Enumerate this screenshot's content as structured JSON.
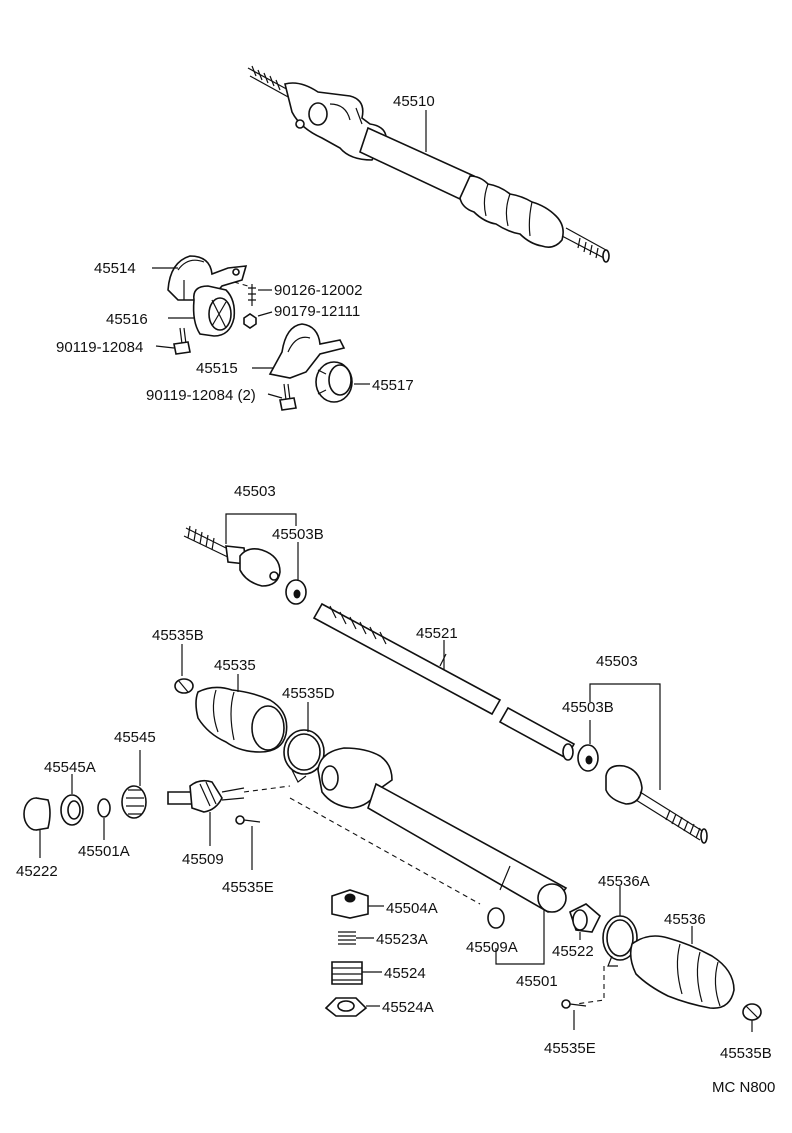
{
  "diagram": {
    "labels": {
      "p45510": "45510",
      "p45514": "45514",
      "p90126": "90126-12002",
      "p90179": "90179-12111",
      "p45516": "45516",
      "p90119a": "90119-12084",
      "p45515": "45515",
      "p45517": "45517",
      "p90119b": "90119-12084 (2)",
      "p45503a": "45503",
      "p45503Ba": "45503B",
      "p45521": "45521",
      "p45503b": "45503",
      "p45503Bb": "45503B",
      "p45535Ba": "45535B",
      "p45535": "45535",
      "p45535D": "45535D",
      "p45545": "45545",
      "p45545A": "45545A",
      "p45222": "45222",
      "p45501A": "45501A",
      "p45509": "45509",
      "p45535Ea": "45535E",
      "p45504A": "45504A",
      "p45523A": "45523A",
      "p45524": "45524",
      "p45524A": "45524A",
      "p45509A": "45509A",
      "p45501": "45501",
      "p45522": "45522",
      "p45536A": "45536A",
      "p45536": "45536",
      "p45535Eb": "45535E",
      "p45535Bb": "45535B",
      "code": "MC N800"
    }
  }
}
